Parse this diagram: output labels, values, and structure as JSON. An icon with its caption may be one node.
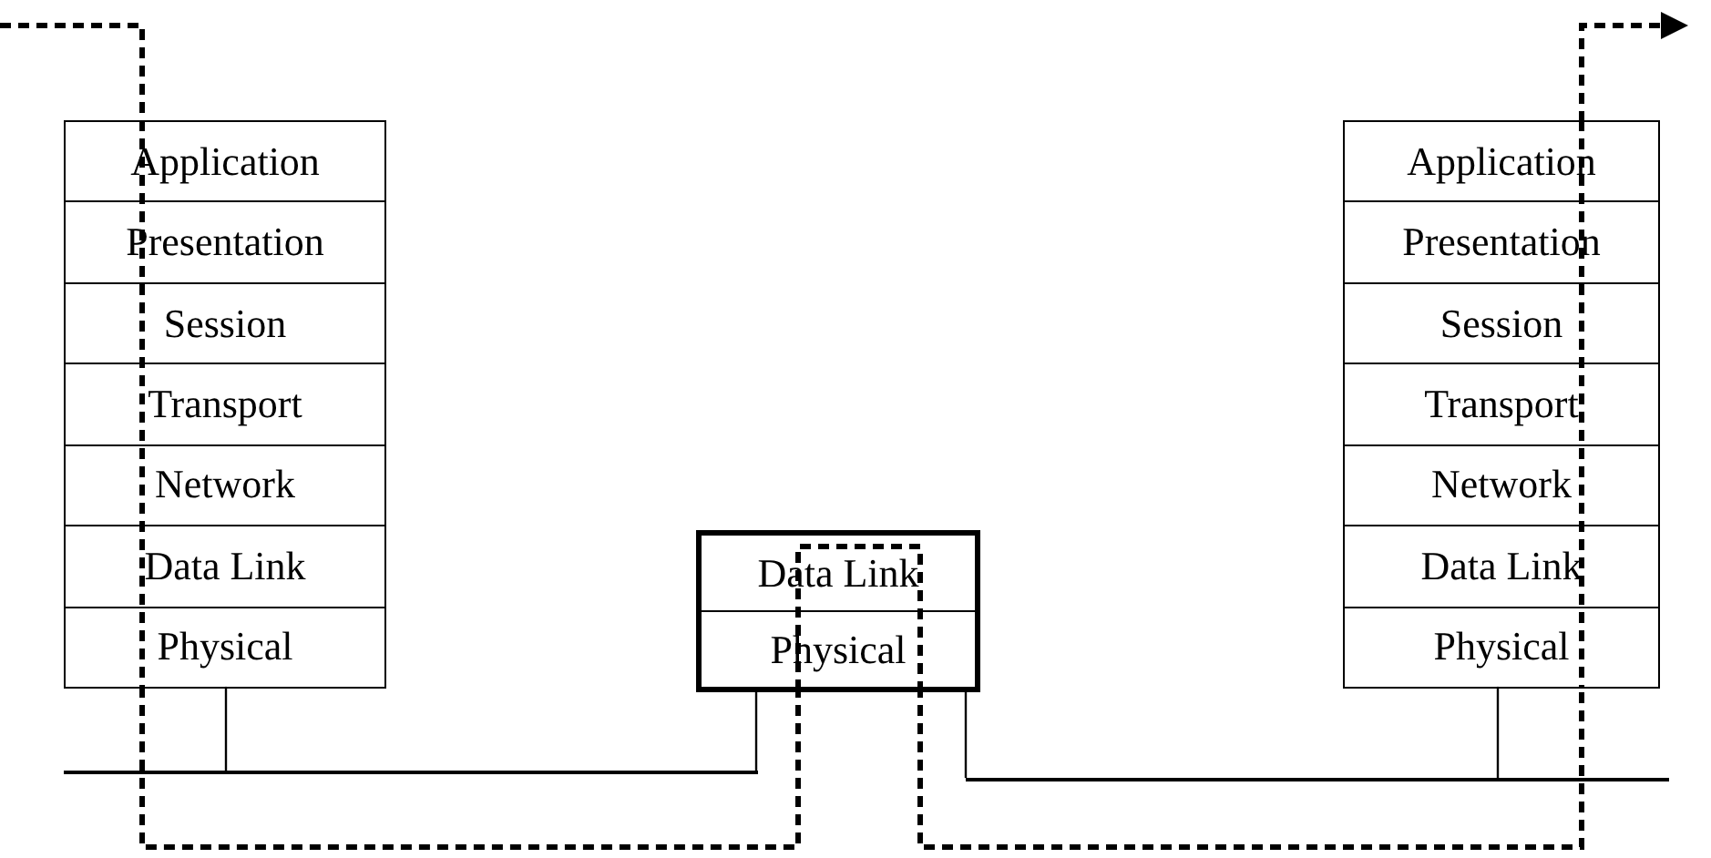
{
  "diagram": {
    "nodes": [
      {
        "text": [],
        "shape": "box"
      },
      {
        "text": [
          "Application"
        ],
        "in": 0
      },
      {
        "text": [
          "Presentation"
        ],
        "in": 0
      },
      {
        "text": [
          "Session"
        ],
        "in": 0
      },
      {
        "text": [
          "Transport"
        ],
        "in": 0
      },
      {
        "text": [
          "Network"
        ],
        "in": 0
      },
      {
        "text": [
          "Data Link"
        ],
        "in": 0
      },
      {
        "text": [
          "Physical"
        ],
        "in": 0
      },
      {
        "text": [],
        "shape": "box"
      },
      {
        "text": [
          "Data Link"
        ],
        "in": 8
      },
      {
        "text": [
          "Physical"
        ],
        "in": 8
      },
      {
        "text": [],
        "shape": "box"
      },
      {
        "text": [
          "Application"
        ],
        "in": 11
      },
      {
        "text": [
          "Presentation"
        ],
        "in": 11
      },
      {
        "text": [
          "Session"
        ],
        "in": 11
      },
      {
        "text": [
          "Transport"
        ],
        "in": 11
      },
      {
        "text": [
          "Network"
        ],
        "in": 11
      },
      {
        "text": [
          "Data Link"
        ],
        "in": 11
      },
      {
        "text": [
          "Physical"
        ],
        "in": 11
      },
      {
        "text": [],
        "shape": "bar"
      },
      {
        "text": [],
        "shape": "bar"
      }
    ],
    "edges": [
      {
        "from": null,
        "to": 1,
        "arrow": "none",
        "style": "dashed"
      },
      {
        "from": 7,
        "to": 10,
        "arrow": "none",
        "style": "dashed"
      },
      {
        "from": 10,
        "to": 18,
        "arrow": "none",
        "style": "dashed"
      },
      {
        "from": 12,
        "to": null,
        "arrow": "to",
        "style": "dashed"
      },
      {
        "from": 7,
        "to": 19,
        "arrow": "none"
      },
      {
        "from": 10,
        "to": 19,
        "arrow": "none"
      },
      {
        "from": 10,
        "to": 20,
        "arrow": "none"
      },
      {
        "from": 18,
        "to": 20,
        "arrow": "none"
      }
    ]
  }
}
